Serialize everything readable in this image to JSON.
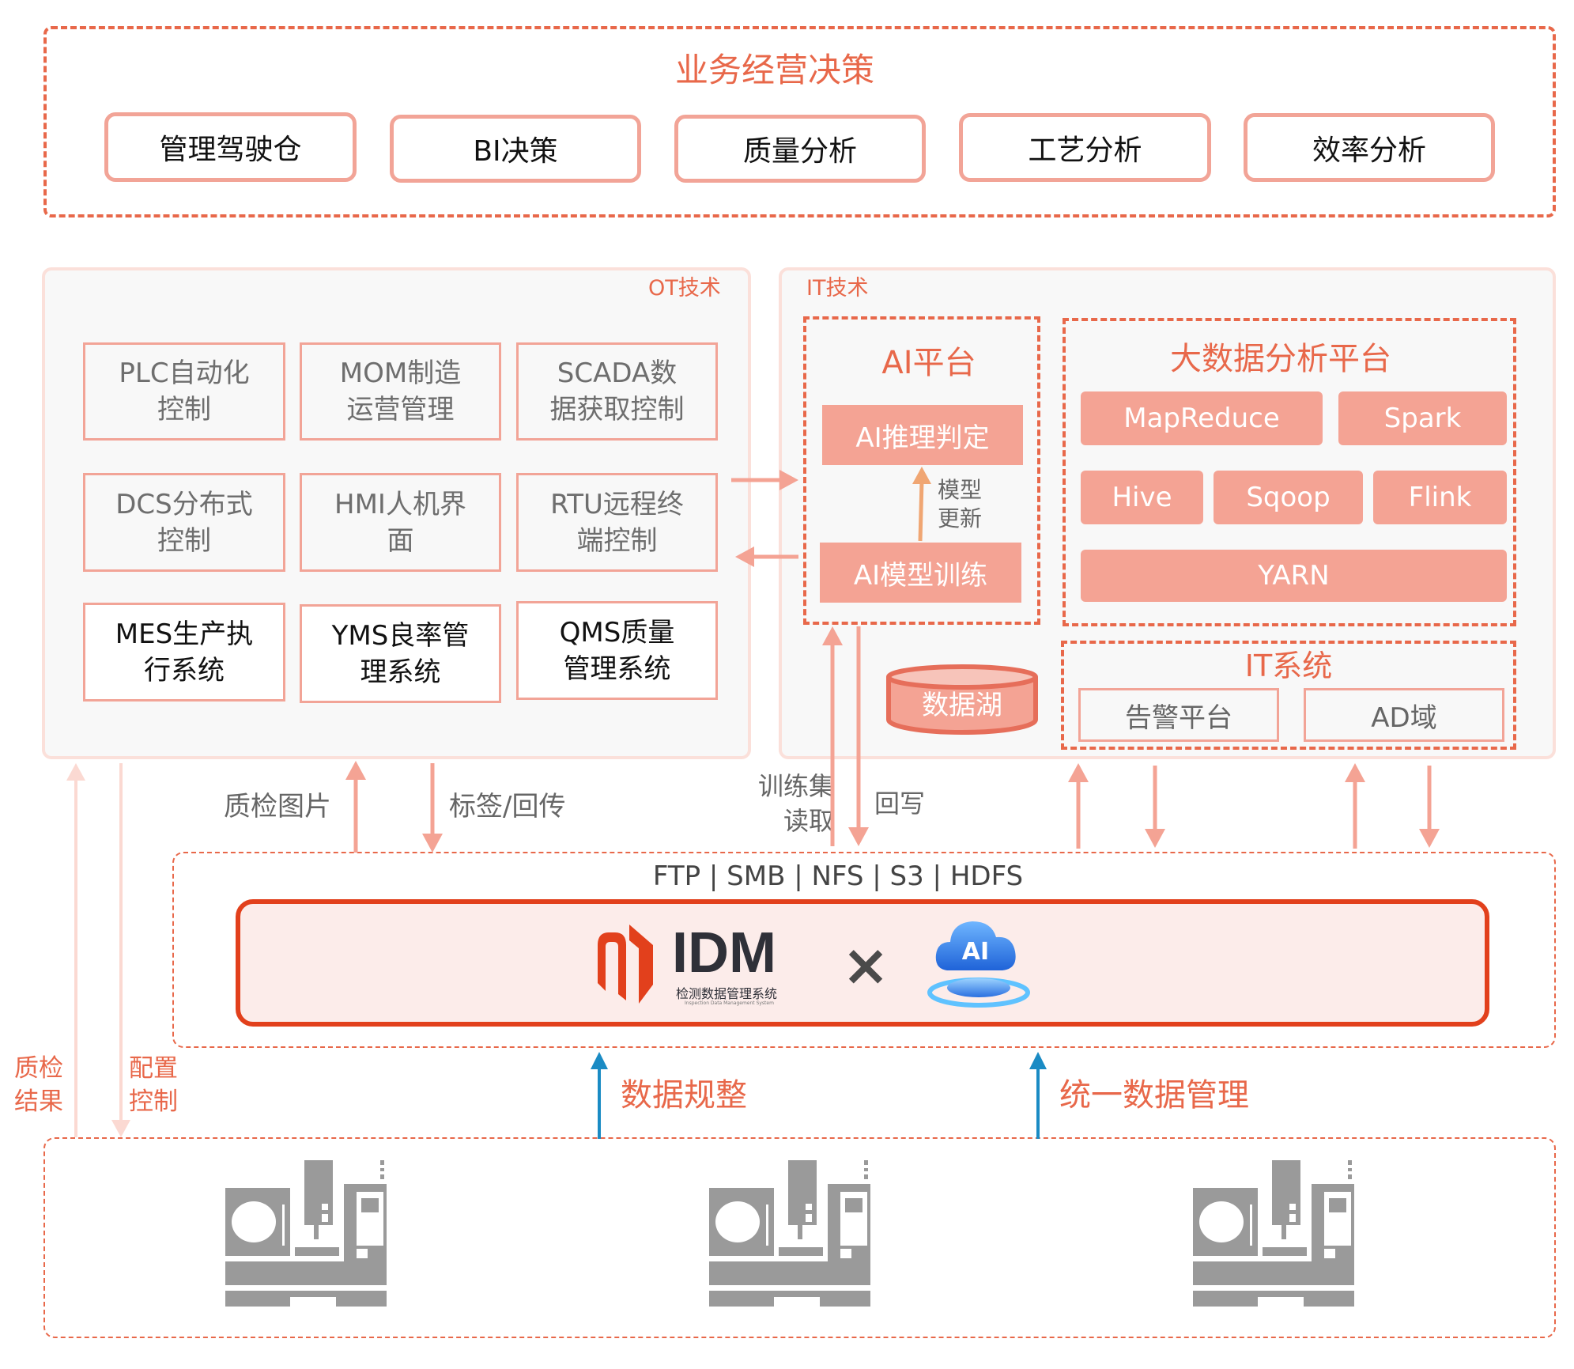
{
  "business": {
    "title": "业务经营决策",
    "buttons": [
      "管理驾驶仓",
      "BI决策",
      "质量分析",
      "工艺分析",
      "效率分析"
    ]
  },
  "ot": {
    "label": "OT技术",
    "cells": [
      {
        "line1": "PLC自动化",
        "line2": "控制"
      },
      {
        "line1": "MOM制造",
        "line2": "运营管理"
      },
      {
        "line1": "SCADA数",
        "line2": "据获取控制"
      },
      {
        "line1": "DCS分布式",
        "line2": "控制"
      },
      {
        "line1": "HMI人机界",
        "line2": "面"
      },
      {
        "line1": "RTU远程终",
        "line2": "端控制"
      },
      {
        "line1": "MES生产执",
        "line2": "行系统"
      },
      {
        "line1": "YMS良率管",
        "line2": "理系统"
      },
      {
        "line1": "QMS质量",
        "line2": "管理系统"
      }
    ]
  },
  "it": {
    "label": "IT技术",
    "ai_platform": {
      "title": "AI平台",
      "inference": "AI推理判定",
      "training": "AI模型训练",
      "update_label_1": "模型",
      "update_label_2": "更新"
    },
    "bigdata": {
      "title": "大数据分析平台",
      "items": [
        "MapReduce",
        "Spark",
        "Hive",
        "Sqoop",
        "Flink",
        "YARN"
      ]
    },
    "data_lake": "数据湖",
    "it_systems": {
      "title": "IT系统",
      "items": [
        "告警平台",
        "AD域"
      ]
    }
  },
  "flows": {
    "qc_images": "质检图片",
    "labels_return": "标签/回传",
    "train_read_1": "训练集",
    "train_read_2": "读取",
    "write_back": "回写",
    "qc_result_1": "质检",
    "qc_result_2": "结果",
    "config_1": "配置",
    "config_2": "控制",
    "data_normalize": "数据规整",
    "unified_mgmt": "统一数据管理"
  },
  "storage": {
    "protocols": "FTP | SMB | NFS | S3 | HDFS",
    "idm_name": "IDM",
    "idm_cn": "检测数据管理系统",
    "idm_en": "Inspection Data Management System",
    "times": "×",
    "ai_badge": "AI"
  },
  "colors": {
    "accent": "#e8684a",
    "salmon": "#f4a394",
    "idm_red": "#e2401c",
    "arrow_blue": "#1a8bc4",
    "machine_gray": "#9a9a9a"
  },
  "machines": [
    "equipment-1",
    "equipment-2",
    "equipment-3"
  ]
}
